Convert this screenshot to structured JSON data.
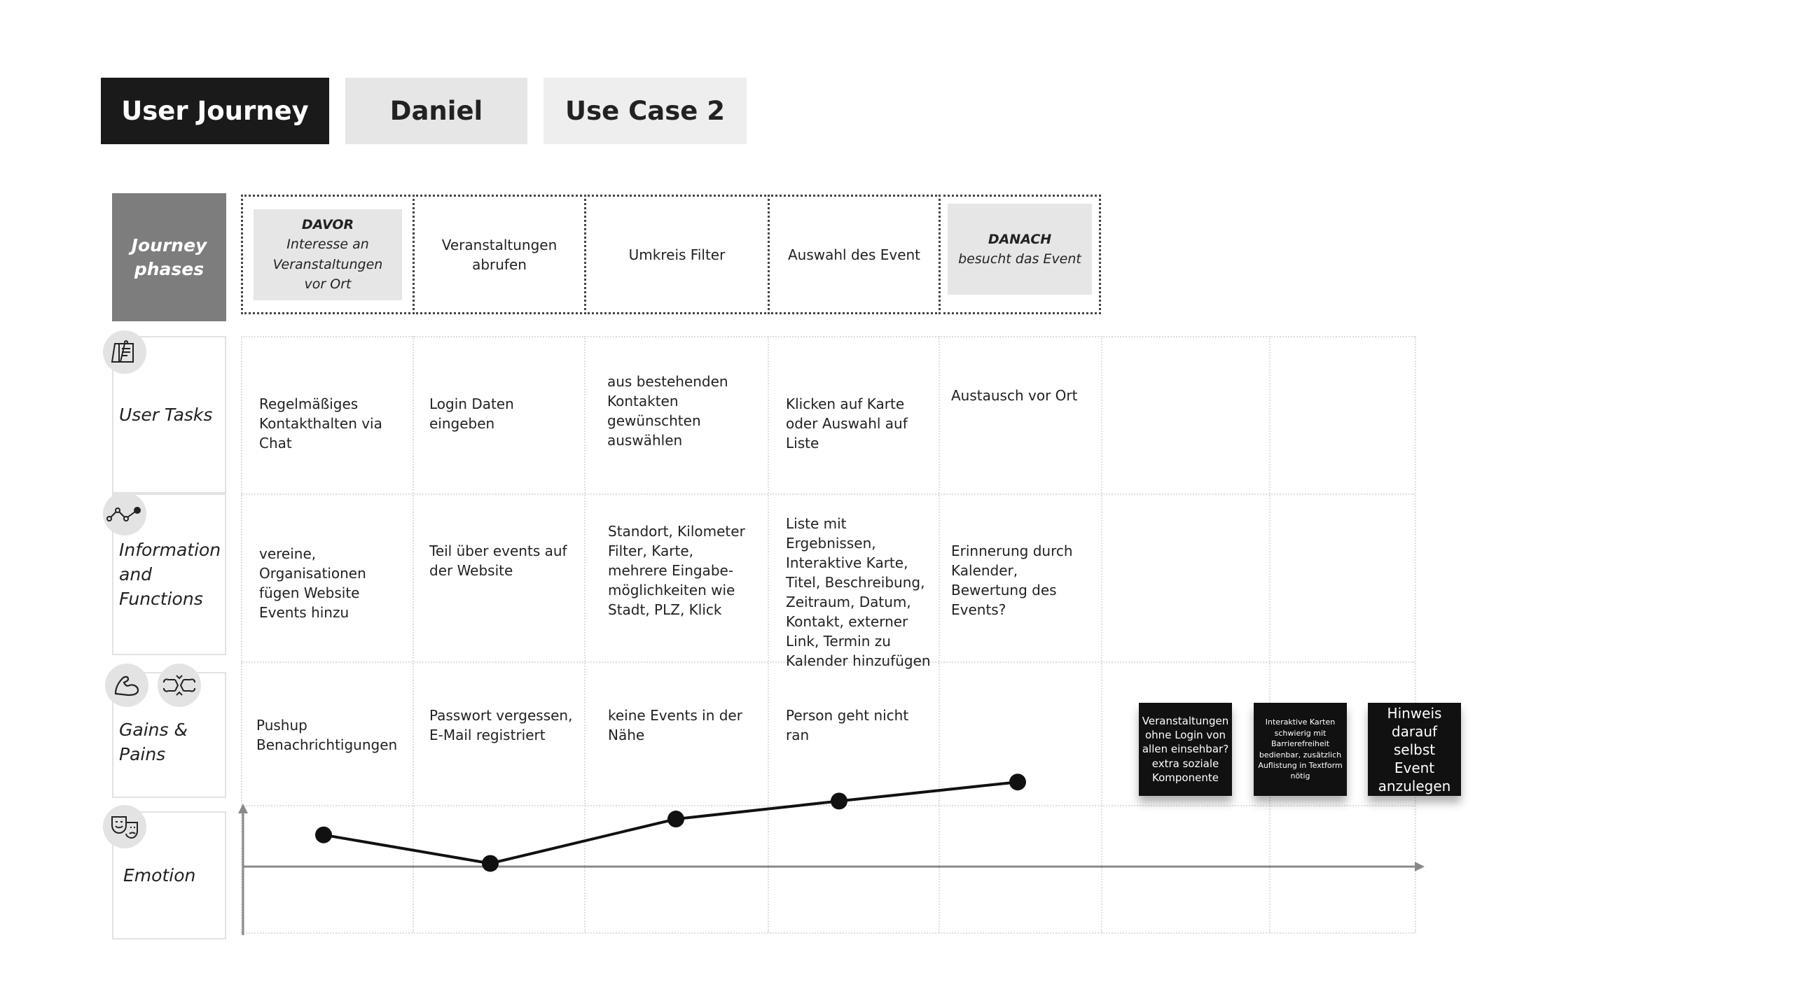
{
  "tabs": [
    "User Journey",
    "Daniel",
    "Use Case 2"
  ],
  "phases_label": "Journey phases",
  "phases": [
    {
      "title": "DAVOR",
      "subtitle": "Interesse an Veranstaltungen vor Ort"
    },
    {
      "title": "",
      "subtitle": "Veranstaltungen abrufen"
    },
    {
      "title": "",
      "subtitle": "Umkreis Filter"
    },
    {
      "title": "",
      "subtitle": "Auswahl des Event"
    },
    {
      "title": "DANACH",
      "subtitle": "besucht das Event"
    }
  ],
  "rows": {
    "user_tasks": {
      "label": "User Tasks",
      "icon": "clipboard-icon",
      "cells": [
        "Regelmäßiges Kontakthalten via Chat",
        "Login Daten eingeben",
        "aus bestehenden Kontakten gewünschten auswählen",
        "Klicken auf Karte oder Auswahl auf Liste",
        "Austausch vor Ort"
      ]
    },
    "info": {
      "label": "Information and Functions",
      "icon": "graph-nodes-icon",
      "cells": [
        "vereine, Organisationen fügen Website Events hinzu",
        "Teil über events auf der Website",
        "Standort, Kilometer Filter, Karte, mehrere Eingabe-möglichkeiten wie Stadt, PLZ, Klick",
        "Liste mit Ergebnissen, Interaktive Karte, Titel, Beschreibung, Zeitraum, Datum, Kontakt, externer Link, Termin zu Kalender hinzufügen",
        "Erinnerung durch Kalender, Bewertung des Events?"
      ]
    },
    "gains": {
      "label": "Gains & Pains",
      "cells": [
        "Pushup Benachrichtigungen",
        "Passwort vergessen, E-Mail registriert",
        "keine Events in der Nähe",
        "Person geht nicht ran",
        ""
      ]
    },
    "emotion": {
      "label": "Emotion",
      "values": [
        3,
        0.3,
        4.5,
        6.2,
        8
      ]
    }
  },
  "stickies": [
    "Veranstaltungen ohne Login von allen einsehbar? extra soziale Komponente",
    "Interaktive Karten schwierig mit Barrierefreiheit bedienbar, zusätzlich Auflistung in Textform nötig",
    "Hinweis darauf selbst Event anzulegen"
  ],
  "colors": {
    "tab_active": "#1a1a1a",
    "tab_inactive": "#e6e6e6",
    "phase_label": "#7d7d7d",
    "sticky": "#111111"
  }
}
